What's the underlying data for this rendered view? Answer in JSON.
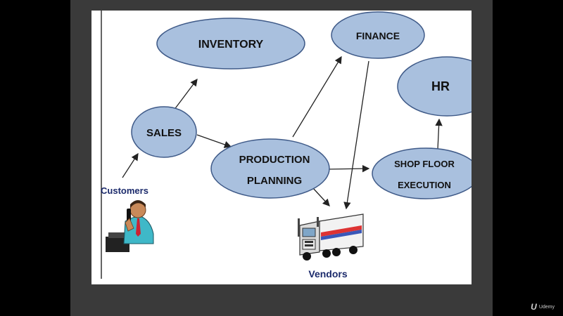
{
  "diagram": {
    "nodes": {
      "inventory": "INVENTORY",
      "finance": "FINANCE",
      "hr": "HR",
      "sales": "SALES",
      "production_line1": "PRODUCTION",
      "production_line2": "PLANNING",
      "shopfloor_line1": "SHOP FLOOR",
      "shopfloor_line2": "EXECUTION"
    },
    "captions": {
      "customers": "Customers",
      "vendors": "Vendors"
    },
    "edges": [
      {
        "from": "customers",
        "to": "sales"
      },
      {
        "from": "sales",
        "to": "inventory"
      },
      {
        "from": "sales",
        "to": "production_planning"
      },
      {
        "from": "production_planning",
        "to": "finance"
      },
      {
        "from": "production_planning",
        "to": "shop_floor_execution"
      },
      {
        "from": "production_planning",
        "to": "vendors"
      },
      {
        "from": "finance",
        "to": "vendors"
      },
      {
        "from": "shop_floor_execution",
        "to": "hr"
      }
    ],
    "colors": {
      "node_fill": "#a9c0de",
      "node_stroke": "#3f5a88",
      "caption": "#1b2a6b",
      "arrow": "#222222"
    }
  },
  "watermark": {
    "mark": "U",
    "text": "Udemy"
  }
}
